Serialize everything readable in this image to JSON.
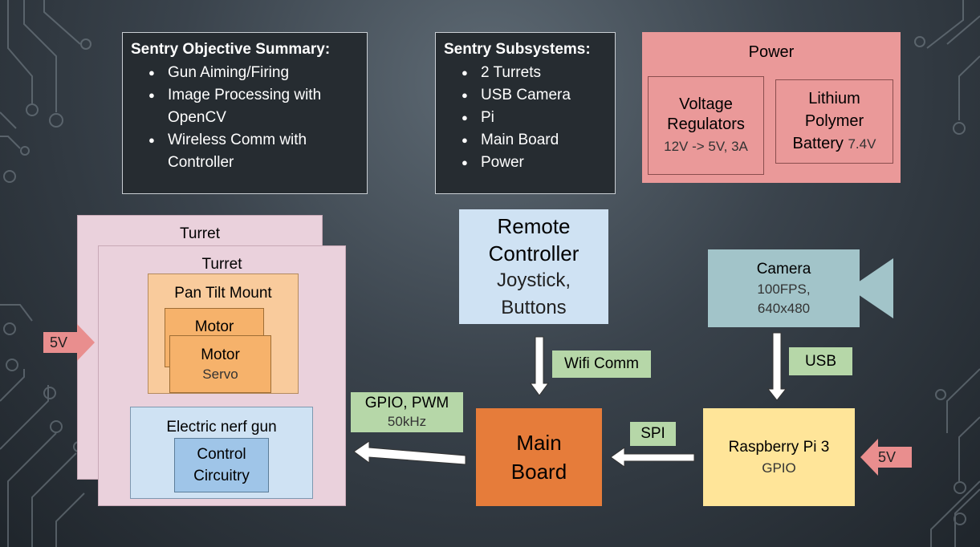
{
  "summary": {
    "title": "Sentry Objective Summary:",
    "items": [
      "Gun Aiming/Firing",
      "Image Processing with OpenCV",
      "Wireless Comm with Controller"
    ]
  },
  "subsystems": {
    "title": "Sentry Subsystems:",
    "items": [
      "2 Turrets",
      "USB Camera",
      "Pi",
      "Main Board",
      "Power"
    ]
  },
  "power": {
    "title": "Power",
    "regulators_title": "Voltage Regulators",
    "regulators_spec": "12V -> 5V, 3A",
    "battery_title": "Lithium Polymer Battery",
    "battery_spec": "7.4V"
  },
  "turret_back_label": "Turret",
  "turret": {
    "label": "Turret",
    "pan_tilt_label": "Pan Tilt Mount",
    "motor_back_label": "Motor",
    "motor_label": "Motor",
    "motor_sub": "Servo",
    "gun_label": "Electric nerf gun",
    "control_label": "Control Circuitry"
  },
  "remote": {
    "title": "Remote Controller",
    "sub": "Joystick, Buttons"
  },
  "camera": {
    "title": "Camera",
    "spec1": "100FPS,",
    "spec2": "640x480"
  },
  "main_board": {
    "label": "Main Board"
  },
  "pi": {
    "title": "Raspberry Pi 3",
    "sub": "GPIO"
  },
  "links": {
    "wifi": "Wifi Comm",
    "usb": "USB",
    "spi": "SPI",
    "gpio_title": "GPIO, PWM",
    "gpio_sub": "50kHz"
  },
  "power_inputs": {
    "left": "5V",
    "right": "5V"
  },
  "colors": {
    "power_bg": "#ea9999",
    "turret_bg": "#ead1dc",
    "pan_tilt_bg": "#f9cb9c",
    "motor_bg": "#f6b26b",
    "gun_bg": "#cfe2f3",
    "control_bg": "#9fc5e8",
    "remote_bg": "#cfe2f3",
    "camera_bg": "#a2c4c9",
    "main_board_bg": "#e67c3a",
    "pi_bg": "#ffe599",
    "link_bg": "#b6d7a8",
    "arrow_pink": "#e98e8e"
  }
}
